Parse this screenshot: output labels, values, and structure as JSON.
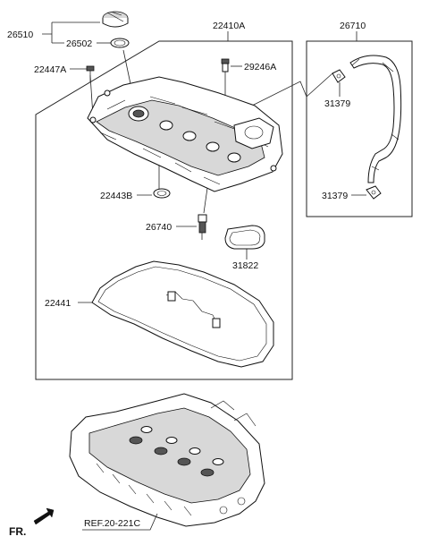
{
  "labels": {
    "p26510": "26510",
    "p26502": "26502",
    "p22410A": "22410A",
    "p26710": "26710",
    "p22447A": "22447A",
    "p29246A": "29246A",
    "p31379_top": "31379",
    "p31379_bot": "31379",
    "p22443B": "22443B",
    "p26740": "26740",
    "p31822": "31822",
    "p22441": "22441"
  },
  "reference": "REF.20-221C",
  "front_marker": "FR."
}
